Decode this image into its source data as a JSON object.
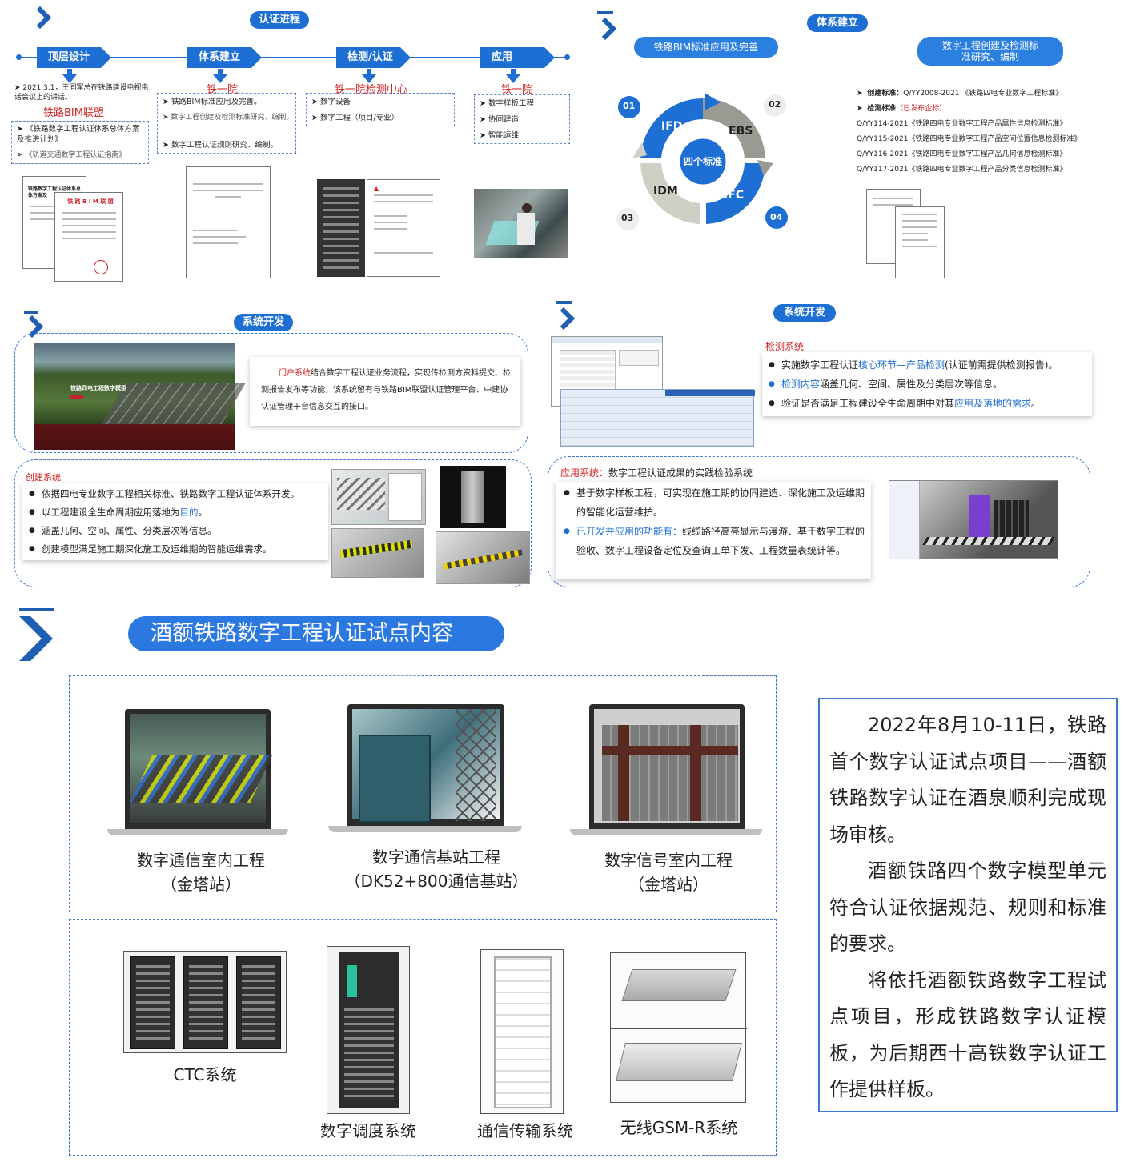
{
  "q1": {
    "title": "认证进程",
    "stages": [
      {
        "label": "顶层设计",
        "org": "铁路BIM联盟",
        "date_note": "2021.3.1，王同军总在铁路建设电视电话会议上的讲话。",
        "items": [
          "《铁路数字工程认证体系总体方案及推进计划》",
          "《轨道交通数字工程认证指南》"
        ]
      },
      {
        "label": "体系建立",
        "org": "铁一院",
        "items": [
          "铁路BIM标准应用及完善。",
          "数字工程创建及检测标准研究、编制。",
          "数字工程认证规则研究、编制。"
        ]
      },
      {
        "label": "检测/认证",
        "org": "铁一院检测中心",
        "items": [
          "数字设备",
          "数字工程（项目/专业）"
        ]
      },
      {
        "label": "应用",
        "org": "铁一院",
        "items": [
          "数字样板工程",
          "协同建造",
          "智能运维"
        ]
      }
    ],
    "doc1_title": "铁路数字工程认证体系总体方案及",
    "doc1_seal": "铁 路 B I M 联 盟"
  },
  "q2": {
    "title": "体系建立",
    "pill_left": "铁路BIM标准应用及完善",
    "pill_right": "数字工程创建及检测标准研究、编制",
    "cycle": {
      "center": "四个标准",
      "parts": [
        "IFD",
        "EBS",
        "IDM",
        "IFC"
      ],
      "nums": [
        "01",
        "02",
        "03",
        "04"
      ]
    },
    "create_std_label": "创建标准：",
    "create_std": "Q/YY2008-2021 《铁路四电专业数字工程标准》",
    "check_std_label": "检测标准",
    "check_std_note": "（已发布企标）",
    "std_list": [
      "Q/YY114-2021《铁路四电专业数字工程产品属性信息检测标准》",
      "Q/YY115-2021《铁路四电专业数字工程产品空间位置信息检测标准》",
      "Q/YY116-2021《铁路四电专业数字工程产品几何信息检测标准》",
      "Q/YY117-2021《铁路四电专业数字工程产品分类信息检测标准》"
    ]
  },
  "q3": {
    "title": "系统开发",
    "portal_screen_title": "铁路四电工程数字模型",
    "portal_name": "门户系统",
    "portal_desc": "结合数字工程认证业务流程，实现传检测方资料提交、检测报告发布等功能，该系统留有与铁路BIM联盟认证管理平台、中建协认证管理平台信息交互的接口。",
    "create_name": "创建系统",
    "create_items": [
      {
        "pre": "依据四电专业数字工程相关标准、铁路数字工程认证体系开发。",
        "hl": ""
      },
      {
        "pre": "以工程建设全生命周期应用落地为",
        "hl": "目的",
        "post": "。"
      },
      {
        "pre": "涵盖几何、空间、属性、分类层次等信息。",
        "hl": ""
      },
      {
        "pre": "创建模型满足施工期深化施工及运维期的智能运维需求。",
        "hl": ""
      }
    ]
  },
  "q4": {
    "title": "系统开发",
    "check_name": "检测系统",
    "check_items": [
      {
        "pre": "实施数字工程认证",
        "hl": "核心环节—产品检测",
        "post": "(认证前需提供检测报告)。"
      },
      {
        "pre": "",
        "hl": "检测内容",
        "post": "涵盖几何、空间、属性及分类层次等信息。"
      },
      {
        "pre": "验证是否满足工程建设全生命周期中对其",
        "hl": "应用及落地的需求",
        "post": "。"
      }
    ],
    "app_name": "应用系统：",
    "app_sub": "数字工程认证成果的实践检验系统",
    "app_items": [
      {
        "pre": "基于数字样板工程，可实现在施工期的协同建造、深化施工及运维期的智能化运营维护。",
        "hl": ""
      },
      {
        "pre": "",
        "hl": "已开发并应用的功能有：",
        "post": "线缆路径高亮显示与漫游、基于数字工程的验收、数字工程设备定位及查询工单下发、工程数量表统计等。"
      }
    ]
  },
  "bottom": {
    "title": "酒额铁路数字工程认证试点内容",
    "row1": [
      {
        "line1": "数字通信室内工程",
        "line2": "（金塔站）"
      },
      {
        "line1": "数字通信基站工程",
        "line2": "（DK52+800通信基站）"
      },
      {
        "line1": "数字信号室内工程",
        "line2": "（金塔站）"
      }
    ],
    "row2": [
      "CTC系统",
      "数字调度系统",
      "通信传输系统",
      "无线GSM-R系统"
    ],
    "paragraphs": [
      "2022年8月10-11日，铁路首个数字认证试点项目——酒额铁路数字认证在酒泉顺利完成现场审核。",
      "酒额铁路四个数字模型单元符合认证依据规范、规则和标准的要求。",
      "将依托酒额铁路数字工程试点项目，形成铁路数字认证模板，为后期西十高铁数字认证工作提供样板。"
    ]
  },
  "colors": {
    "brand": "#1e6fd4",
    "accent_red": "#d42020",
    "dark_blue": "#1e5fb4"
  }
}
